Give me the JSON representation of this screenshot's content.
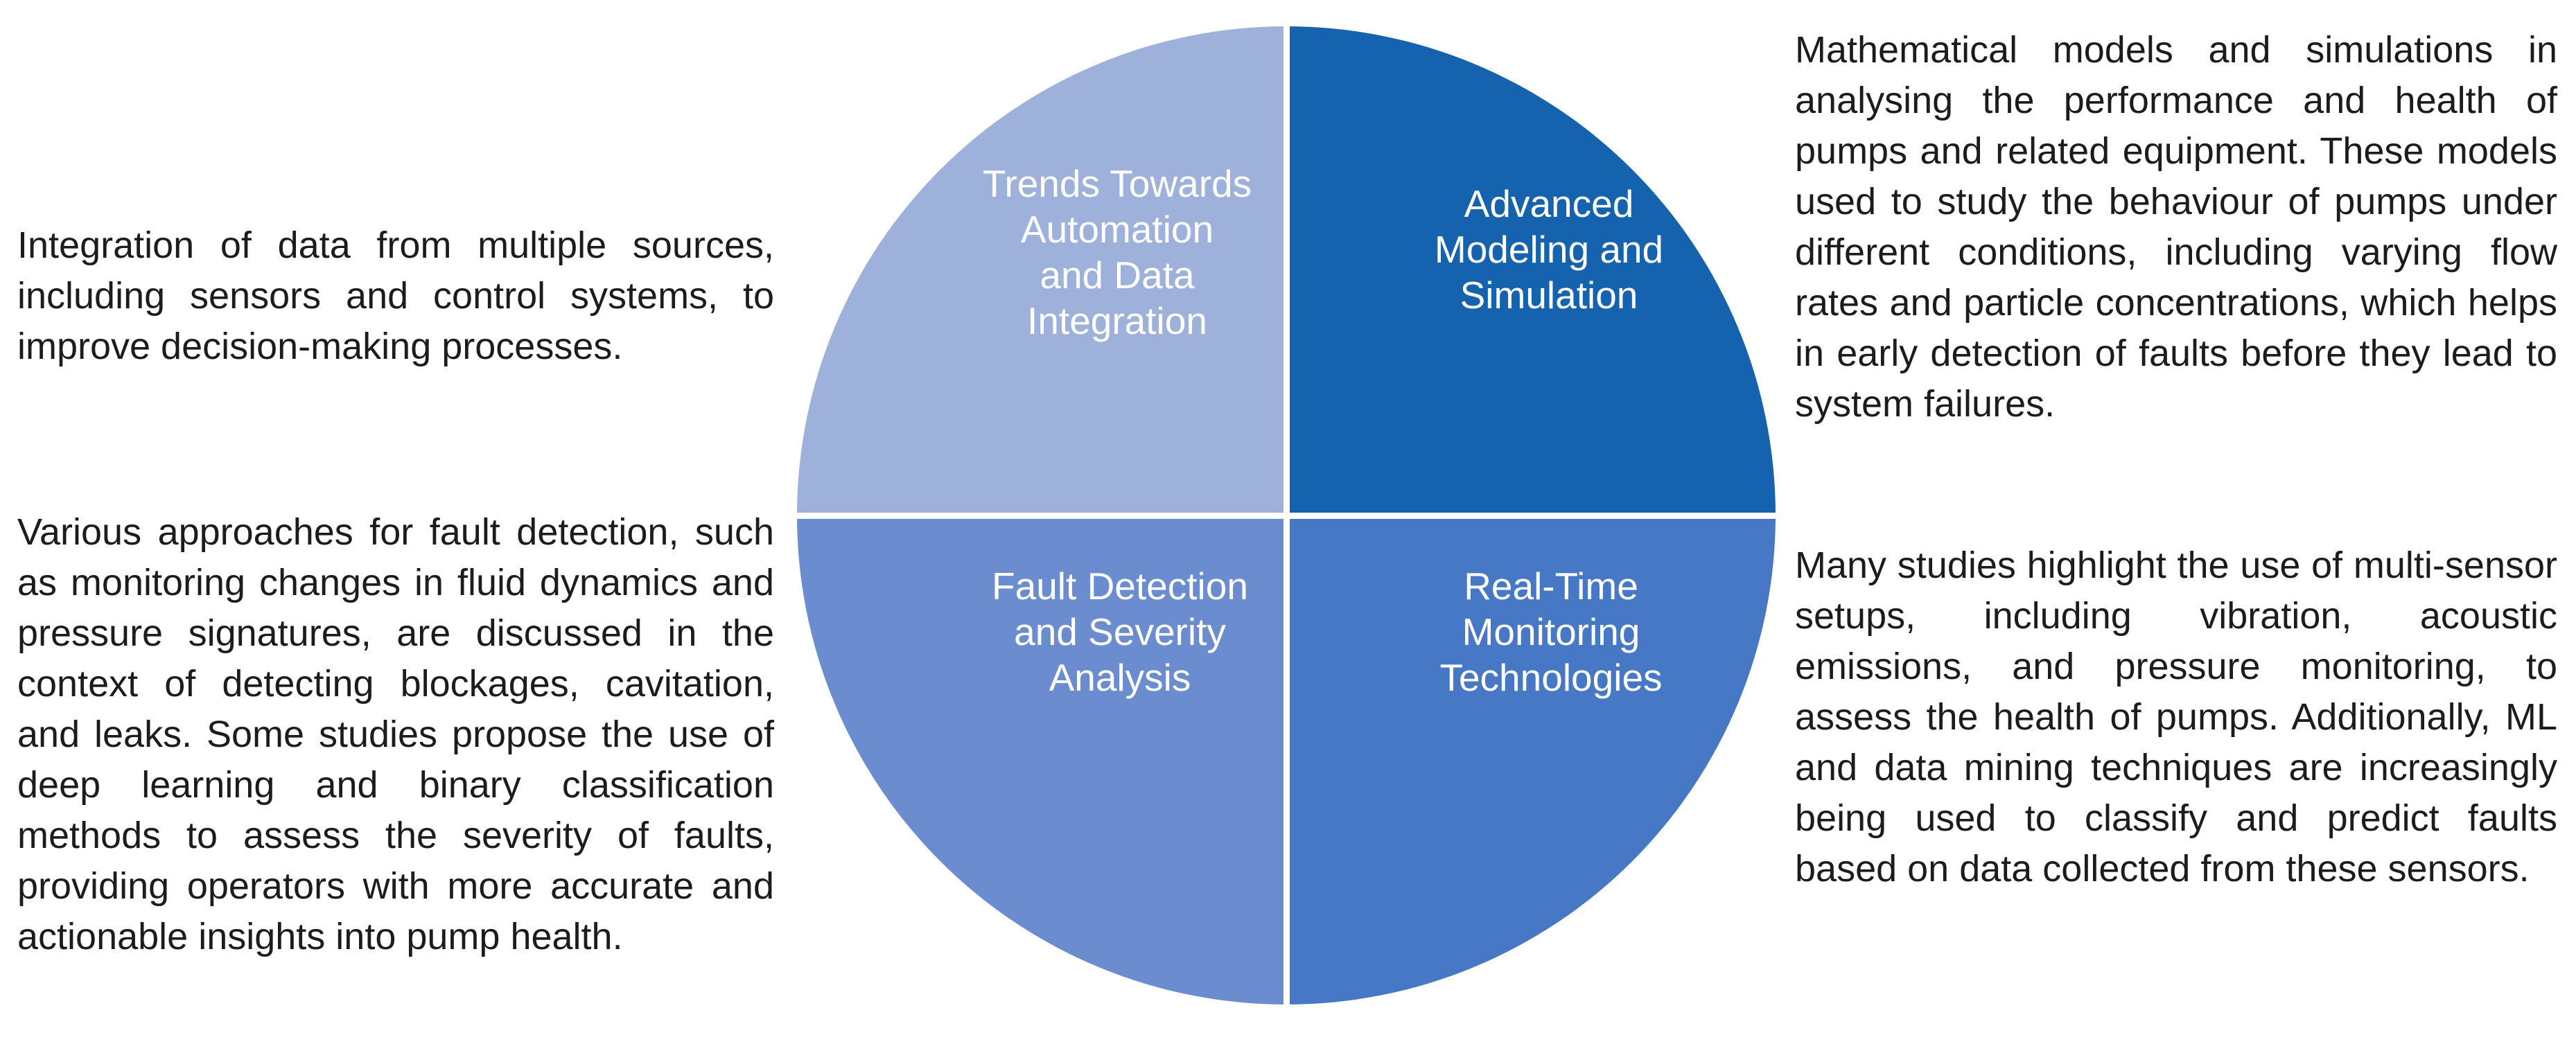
{
  "figure": {
    "background": "#FFFFFF",
    "label_text_color": "#FFFFFF",
    "body_text_color": "#1C1C1C",
    "quadrants": [
      {
        "position": "top-left",
        "label": "Trends Towards\nAutomation\nand Data\nIntegration",
        "color": "#9DB1DB",
        "annotation": "Integration of data from multiple sources, including sensors and control systems, to improve decision-making processes."
      },
      {
        "position": "top-right",
        "label": "Advanced\nModeling and\nSimulation",
        "color": "#1562AF",
        "annotation": "Mathematical models and simulations in analysing the performance and health of pumps and related equipment. These models used to study the behaviour of pumps under different conditions, including varying flow rates and particle concentrations, which helps in early detection of faults before they lead to system failures."
      },
      {
        "position": "bottom-left",
        "label": "Fault Detection\nand Severity\nAnalysis",
        "color": "#6B8CCE",
        "annotation": "Various approaches for fault detection, such as monitoring changes in fluid dynamics and pressure signatures, are discussed in the context of detecting blockages, cavitation, and leaks. Some studies propose the use of deep learning and binary classification methods to assess the severity of faults, providing operators with more accurate and actionable insights into pump health."
      },
      {
        "position": "bottom-right",
        "label": "Real-Time\nMonitoring\nTechnologies",
        "color": "#4678C6",
        "annotation": "Many studies highlight the use of multi-sensor setups, including vibration, acoustic emissions, and pressure monitoring, to assess the health of pumps. Additionally, ML and data mining techniques are increasingly being used to classify and predict faults based on data collected from these sensors."
      }
    ]
  }
}
